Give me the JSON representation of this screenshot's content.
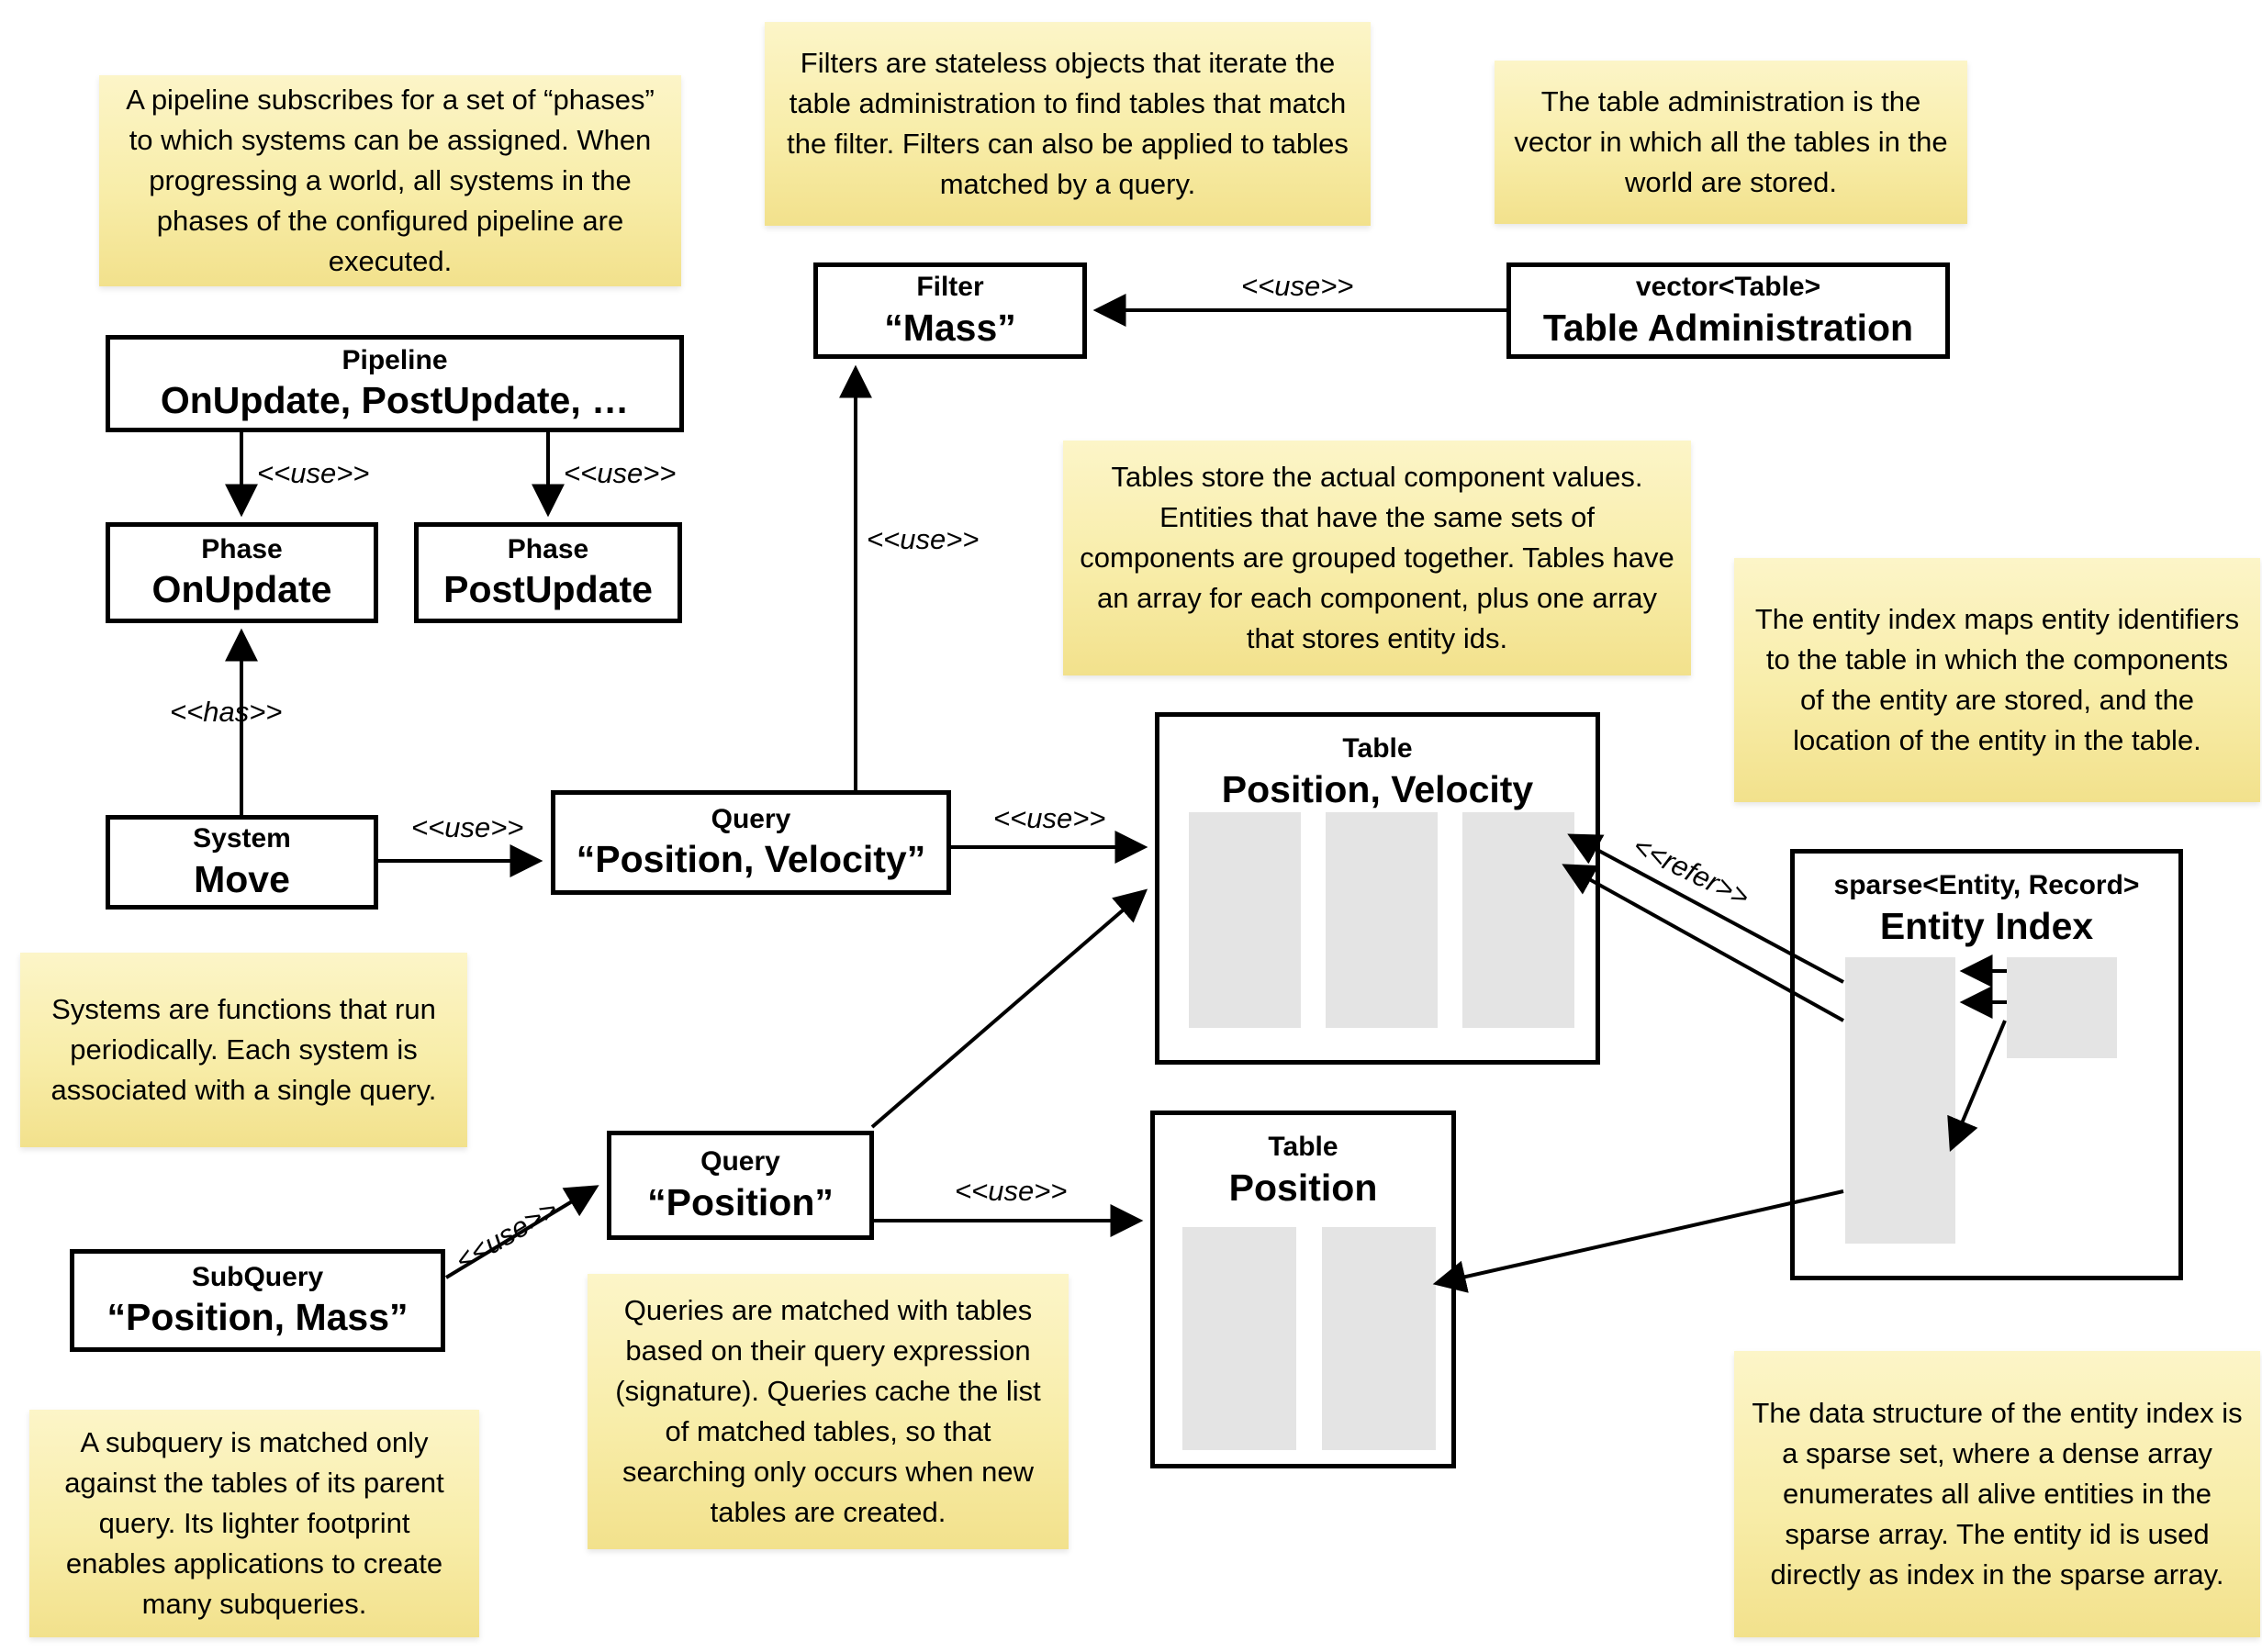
{
  "notes": {
    "pipeline": "A pipeline subscribes for a set of “phases” to which systems can be assigned. When progressing a world, all systems in the phases of the configured pipeline are executed.",
    "filters": "Filters are stateless objects that iterate the table administration to find tables that match the filter. Filters can also be applied to tables matched by a query.",
    "table_admin": "The table administration is the vector in which all the tables in the world are stored.",
    "tables": "Tables store the actual component values. Entities that have the same sets of components are grouped together. Tables have an array for each component, plus one array that stores entity ids.",
    "entity_index": "The entity index maps entity identifiers to the table in which the components of the entity are stored, and the location of the entity in the table.",
    "systems": "Systems are functions that run periodically. Each system is associated with a single query.",
    "queries": "Queries are matched with tables based on their query expression (signature). Queries cache the list of matched tables, so that searching only occurs when new tables are created.",
    "subquery": "A subquery is matched only against the tables of its parent query. Its lighter footprint enables applications to create many subqueries.",
    "sparse_set": "The data structure of the entity index is a sparse set, where a dense array enumerates all alive entities in the sparse array. The entity id is used directly as index in the sparse array."
  },
  "boxes": {
    "pipeline": {
      "stereotype": "Pipeline",
      "name": "OnUpdate, PostUpdate, …"
    },
    "phase_onupdate": {
      "stereotype": "Phase",
      "name": "OnUpdate"
    },
    "phase_postupdate": {
      "stereotype": "Phase",
      "name": "PostUpdate"
    },
    "filter_mass": {
      "stereotype": "Filter",
      "name": "“Mass”"
    },
    "table_admin": {
      "stereotype": "vector<Table>",
      "name": "Table Administration"
    },
    "system_move": {
      "stereotype": "System",
      "name": "Move"
    },
    "query_pv": {
      "stereotype": "Query",
      "name": "“Position, Velocity”"
    },
    "query_p": {
      "stereotype": "Query",
      "name": "“Position”"
    },
    "subquery_pm": {
      "stereotype": "SubQuery",
      "name": "“Position, Mass”"
    },
    "table_pv": {
      "stereotype": "Table",
      "name": "Position, Velocity"
    },
    "table_p": {
      "stereotype": "Table",
      "name": "Position"
    },
    "entity_index": {
      "stereotype": "sparse<Entity, Record>",
      "name": "Entity Index"
    }
  },
  "edge_labels": {
    "use": "<<use>>",
    "has": "<<has>>",
    "refer": "<<refer>>"
  },
  "colors": {
    "note_top": "#FCF5C8",
    "note_bottom": "#F2E18C",
    "box_border": "#000000",
    "array_fill": "#E4E4E4",
    "background": "#FFFFFF"
  }
}
